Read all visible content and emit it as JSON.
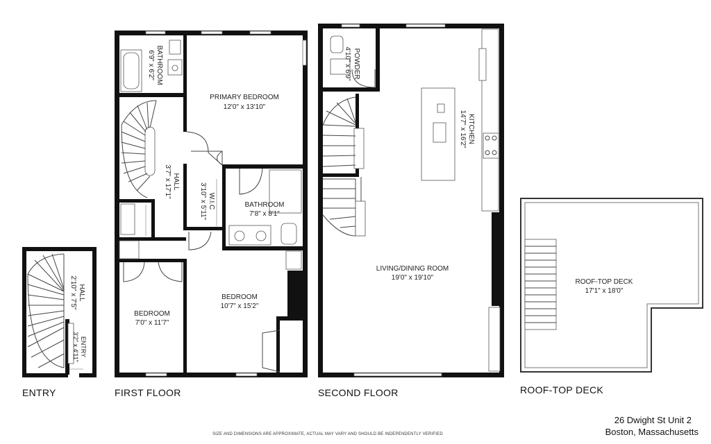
{
  "rooms": {
    "entry_hall": {
      "name": "HALL",
      "dims": "2'10\" x 7'5\""
    },
    "entry_entry": {
      "name": "ENTRY",
      "dims": "3'2\" x 4'11\""
    },
    "bathroom_small": {
      "name": "BATHROOM",
      "dims": "6'9\" x 6'2\""
    },
    "primary_bedroom": {
      "name": "PRIMARY BEDROOM",
      "dims": "12'0\" x 13'10\""
    },
    "hall_first": {
      "name": "HALL",
      "dims": "3'7\" x 17'1\""
    },
    "wic": {
      "name": "W.I.C",
      "dims": "3'10\" x 5'11\""
    },
    "bathroom_first": {
      "name": "BATHROOM",
      "dims": "7'8\" x 8'1\""
    },
    "bedroom_small": {
      "name": "BEDROOM",
      "dims": "7'0\" x 11'7\""
    },
    "bedroom_large": {
      "name": "BEDROOM",
      "dims": "10'7\" x 15'2\""
    },
    "powder": {
      "name": "POWDER",
      "dims": "4'10\" x 6'9\""
    },
    "kitchen": {
      "name": "KITCHEN",
      "dims": "14'7\" x 16'2\""
    },
    "living_dining": {
      "name": "LIVING/DINING ROOM",
      "dims": "19'0\" x 19'10\""
    },
    "roof_deck": {
      "name": "ROOF-TOP DECK",
      "dims": "17'1\" x 18'0\""
    }
  },
  "floor_labels": {
    "entry": "ENTRY",
    "first": "FIRST FLOOR",
    "second": "SECOND FLOOR",
    "roof": "ROOF-TOP DECK"
  },
  "disclaimer": "SIZE AND DIMENSIONS ARE APPROXIMATE, ACTUAL MAY VARY AND SHOULD BE INDEPENDENTLY VERIFIED",
  "address": {
    "line1": "26 Dwight St Unit 2",
    "line2": "Boston, Massachusetts"
  },
  "colors": {
    "wall": "#111111",
    "background": "#ffffff"
  }
}
